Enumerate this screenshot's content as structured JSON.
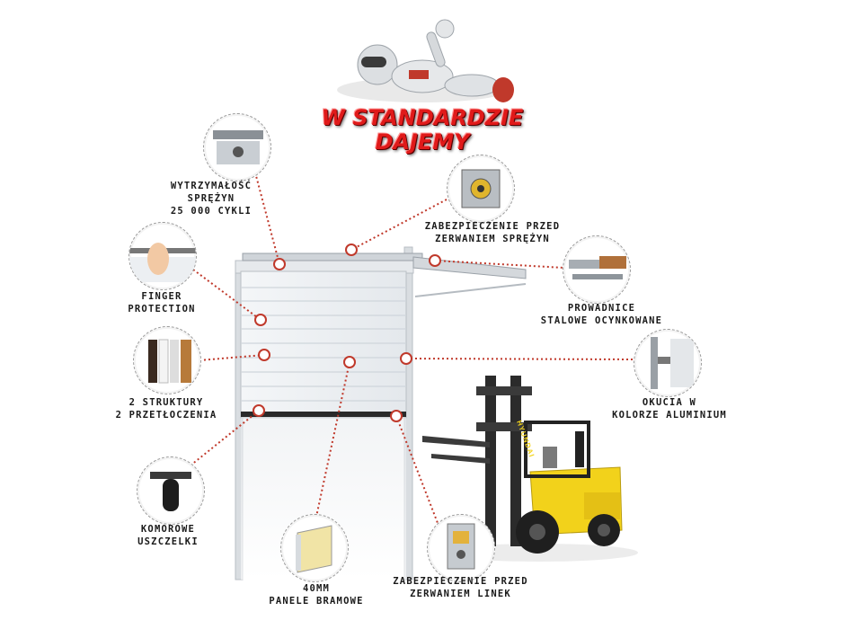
{
  "headline": {
    "line1": "W STANDARDZIE",
    "line2": "DAJEMY"
  },
  "features": [
    {
      "id": "springs",
      "lines": [
        "WYTRZYMAŁOŚĆ",
        "SPRĘŻYN",
        "25 000 CYKLI"
      ]
    },
    {
      "id": "spring-guard",
      "lines": [
        "ZABEZPIECZENIE PRZED",
        "ZERWANIEM SPRĘŻYN"
      ]
    },
    {
      "id": "finger",
      "lines": [
        "FINGER",
        "PROTECTION"
      ]
    },
    {
      "id": "rails",
      "lines": [
        "PROWADNICE",
        "STALOWE OCYNKOWANE"
      ]
    },
    {
      "id": "structures",
      "lines": [
        "2 STRUKTURY",
        "2 PRZETŁOCZENIA"
      ]
    },
    {
      "id": "fittings",
      "lines": [
        "OKUCIA W",
        "KOLORZE ALUMINIUM"
      ]
    },
    {
      "id": "seals",
      "lines": [
        "KOMOROWE",
        "USZCZELKI"
      ]
    },
    {
      "id": "panels",
      "lines": [
        "40MM",
        "PANELE BRAMOWE"
      ]
    },
    {
      "id": "cable-guard",
      "lines": [
        "ZABEZPIECZENIE PRZED",
        "ZERWANIEM LINEK"
      ]
    }
  ],
  "forklift_brand": "HYUNDAI",
  "colors": {
    "accent": "#e01a1a",
    "line": "#c0392b",
    "forklift": "#f2d21b"
  }
}
